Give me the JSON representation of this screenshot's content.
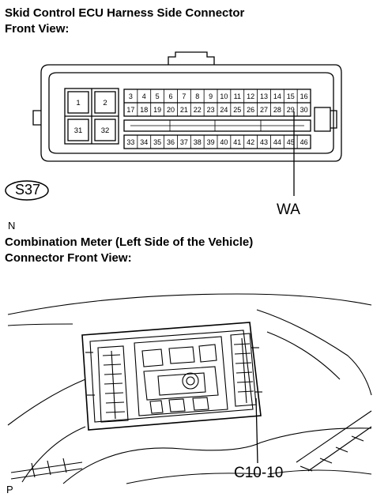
{
  "top_section": {
    "title_line1": "Skid Control ECU Harness Side Connector",
    "title_line2": "Front View:",
    "connector_code": "S37",
    "wire_label": "WA",
    "large_pins": [
      "1",
      "2",
      "31",
      "32"
    ],
    "row1_pins": [
      "3",
      "4",
      "5",
      "6",
      "7",
      "8",
      "9",
      "10",
      "11",
      "12",
      "13",
      "14",
      "15",
      "16"
    ],
    "row2_pins": [
      "17",
      "18",
      "19",
      "20",
      "21",
      "22",
      "23",
      "24",
      "25",
      "26",
      "27",
      "28",
      "29",
      "30"
    ],
    "row3_pins": [
      "33",
      "34",
      "35",
      "36",
      "37",
      "38",
      "39",
      "40",
      "41",
      "42",
      "43",
      "44",
      "45",
      "46"
    ],
    "highlighted_pin": "29",
    "figure_letter": "N"
  },
  "bottom_section": {
    "title_line1": "Combination Meter (Left Side of the Vehicle)",
    "title_line2": "Connector Front View:",
    "terminal_label": "C10-10",
    "figure_letter": "P"
  }
}
